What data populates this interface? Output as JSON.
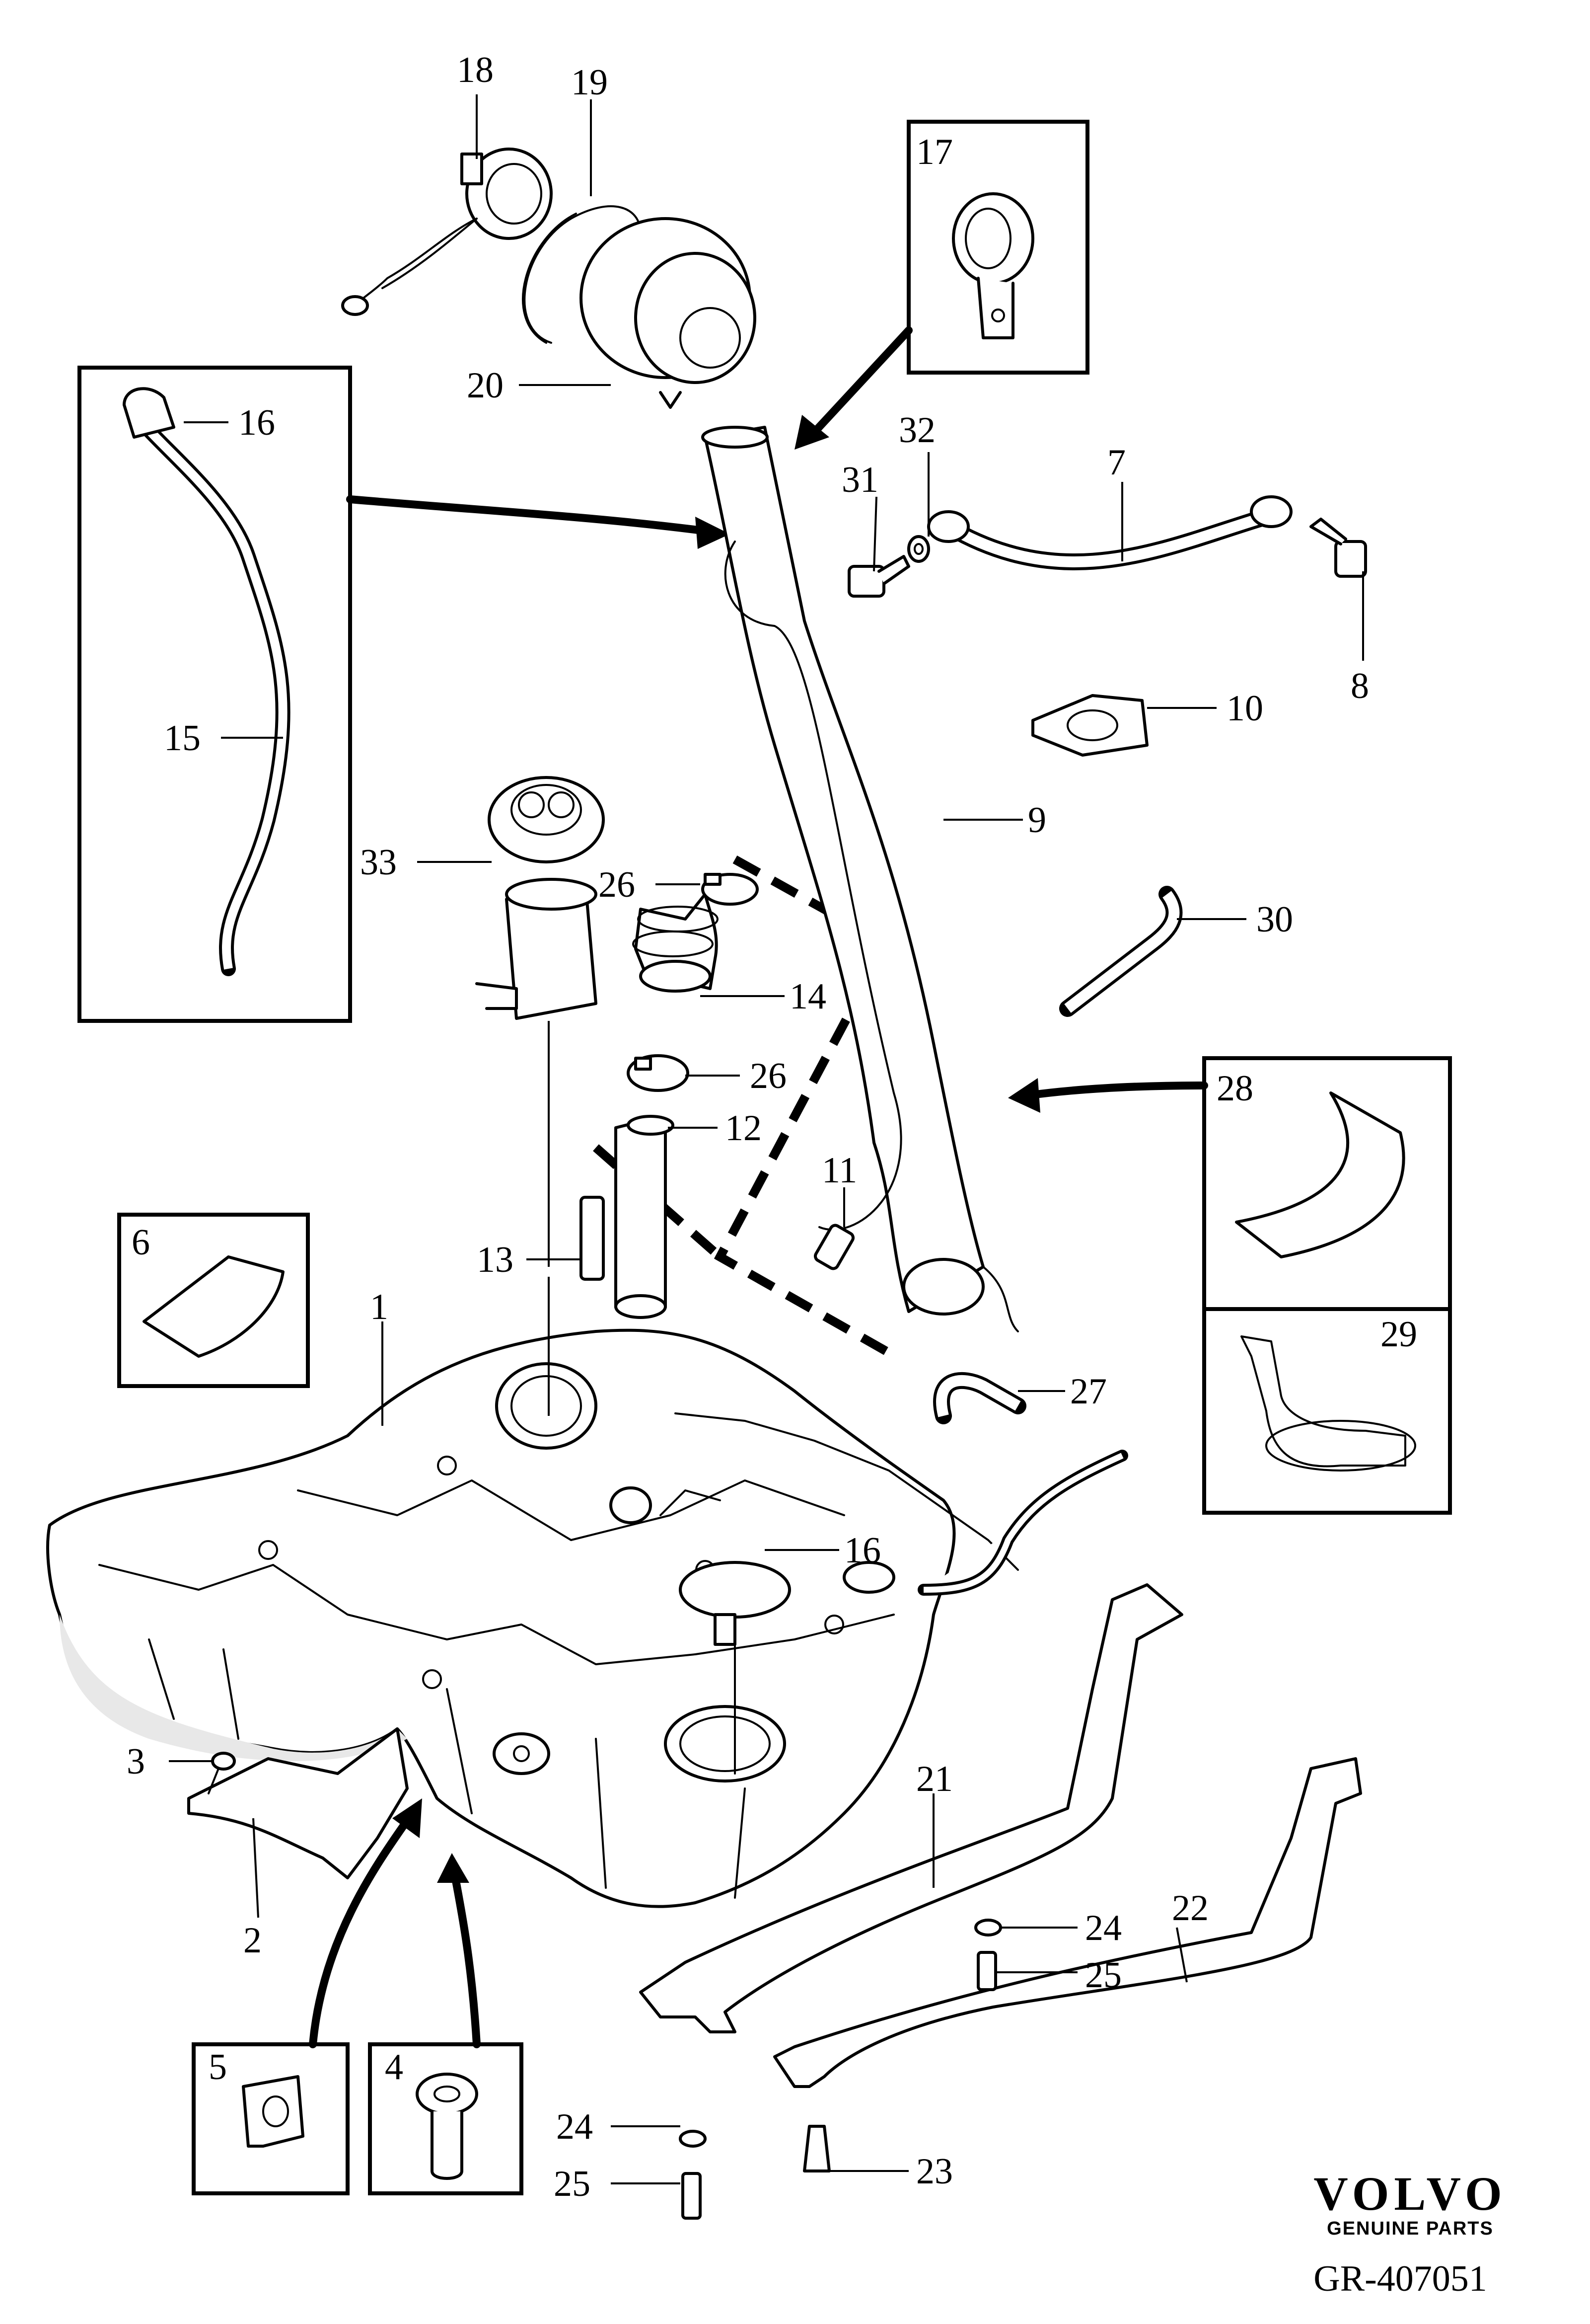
{
  "diagram": {
    "callouts": [
      {
        "id": "c1",
        "label": "1"
      },
      {
        "id": "c2",
        "label": "2"
      },
      {
        "id": "c3",
        "label": "3"
      },
      {
        "id": "c4",
        "label": "4"
      },
      {
        "id": "c5",
        "label": "5"
      },
      {
        "id": "c6",
        "label": "6"
      },
      {
        "id": "c7",
        "label": "7"
      },
      {
        "id": "c8",
        "label": "8"
      },
      {
        "id": "c9",
        "label": "9"
      },
      {
        "id": "c10",
        "label": "10"
      },
      {
        "id": "c11",
        "label": "11"
      },
      {
        "id": "c12",
        "label": "12"
      },
      {
        "id": "c13",
        "label": "13"
      },
      {
        "id": "c14",
        "label": "14"
      },
      {
        "id": "c15",
        "label": "15"
      },
      {
        "id": "c16a",
        "label": "16"
      },
      {
        "id": "c16b",
        "label": "16"
      },
      {
        "id": "c17",
        "label": "17"
      },
      {
        "id": "c18",
        "label": "18"
      },
      {
        "id": "c19",
        "label": "19"
      },
      {
        "id": "c20",
        "label": "20"
      },
      {
        "id": "c21",
        "label": "21"
      },
      {
        "id": "c22",
        "label": "22"
      },
      {
        "id": "c23",
        "label": "23"
      },
      {
        "id": "c24a",
        "label": "24"
      },
      {
        "id": "c24b",
        "label": "24"
      },
      {
        "id": "c25a",
        "label": "25"
      },
      {
        "id": "c25b",
        "label": "25"
      },
      {
        "id": "c26a",
        "label": "26"
      },
      {
        "id": "c26b",
        "label": "26"
      },
      {
        "id": "c27",
        "label": "27"
      },
      {
        "id": "c28",
        "label": "28"
      },
      {
        "id": "c29",
        "label": "29"
      },
      {
        "id": "c30",
        "label": "30"
      },
      {
        "id": "c31",
        "label": "31"
      },
      {
        "id": "c32",
        "label": "32"
      },
      {
        "id": "c33",
        "label": "33"
      }
    ]
  },
  "logo": {
    "name": "VOLVO",
    "tagline": "GENUINE PARTS"
  },
  "reference": "GR-407051"
}
